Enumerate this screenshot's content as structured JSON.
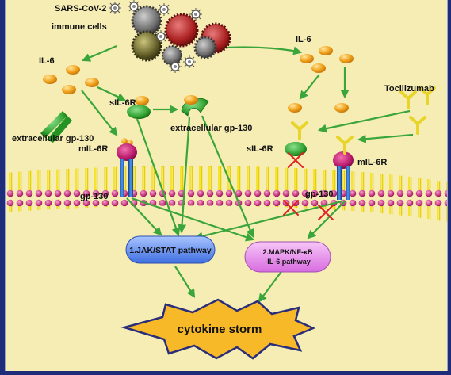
{
  "labels": {
    "virus": "SARS-CoV-2",
    "immune_cells": "immune cells",
    "il6_left": "IL-6",
    "il6_right": "IL-6",
    "sil6r_mid": "sIL-6R",
    "sil6r_right": "sIL-6R",
    "ext_gp130_left": "extracellular gp-130",
    "ext_gp130_mid": "extracellular gp-130",
    "mil6r_left": "mIL-6R",
    "mil6r_right": "mIL-6R",
    "gp130_left": "gp-130",
    "gp130_right": "gp-130",
    "tocilizumab": "Tocilizumab",
    "jak_stat": "1.JAK/STAT pathway",
    "mapk_line1": "2.MAPK/NF-κB",
    "mapk_line2": "-IL-6 pathway",
    "cytokine_storm": "cytokine storm"
  },
  "colors": {
    "background": "#f6edb4",
    "frame": "#1f2c7a",
    "arrow": "#3aa53a",
    "il6": "#f2a41e",
    "receptor_blue": "#1e66c8",
    "receptor_magenta": "#b8196a",
    "antibody": "#e8d42a",
    "inhibit_x": "#e02020",
    "jak_pill": "#5f8ff0",
    "mapk_pill": "#ea8ff0",
    "storm": "#f7b928"
  }
}
